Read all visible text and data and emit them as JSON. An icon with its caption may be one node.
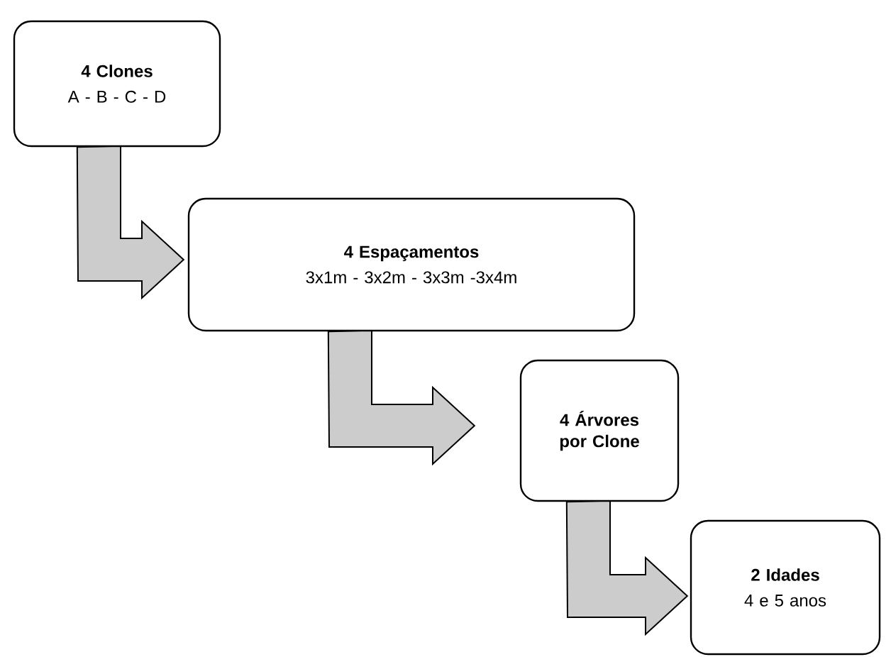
{
  "diagram": {
    "nodes": [
      {
        "text": [
          "4 Clones",
          "A - B - C - D"
        ]
      },
      {
        "text": [
          "4 Espaçamentos",
          "3x1m - 3x2m - 3x3m -3x4m"
        ]
      },
      {
        "text": [
          "4 Árvores por Clone"
        ]
      },
      {
        "text": [
          "2 Idades",
          "4 e 5 anos"
        ]
      }
    ],
    "edges": [
      {
        "from": 0,
        "to": 1,
        "arrow": "to"
      },
      {
        "from": 1,
        "to": 2,
        "arrow": "to"
      },
      {
        "from": 2,
        "to": 3,
        "arrow": "to"
      }
    ]
  }
}
